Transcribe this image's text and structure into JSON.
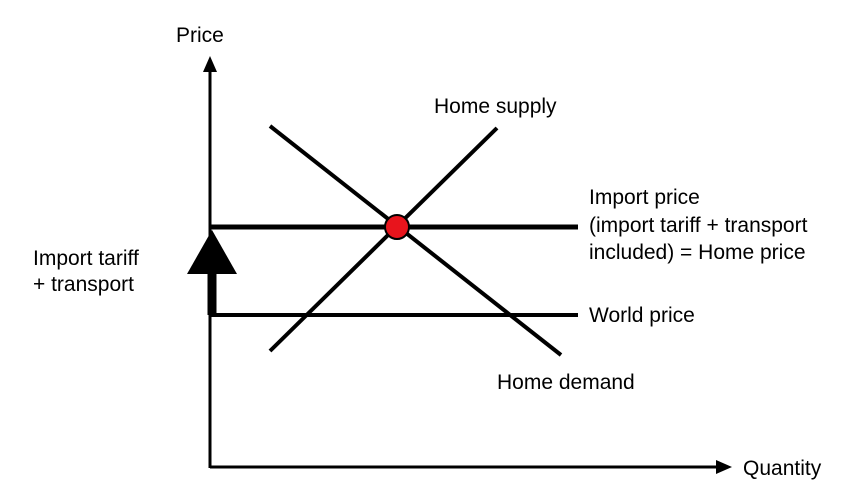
{
  "axes": {
    "y_label": "Price",
    "x_label": "Quantity"
  },
  "curves": {
    "home_supply": "Home supply",
    "home_demand": "Home demand"
  },
  "price_lines": {
    "import_price": {
      "line1": "Import price",
      "line2": "(import tariff + transport",
      "line3": "included) = Home price"
    },
    "world_price": "World price"
  },
  "gap_label": {
    "line1": "Import tariff",
    "line2": "+ transport"
  },
  "colors": {
    "ink": "#000000",
    "equilibrium_fill": "#e8141c",
    "background": "#ffffff"
  }
}
